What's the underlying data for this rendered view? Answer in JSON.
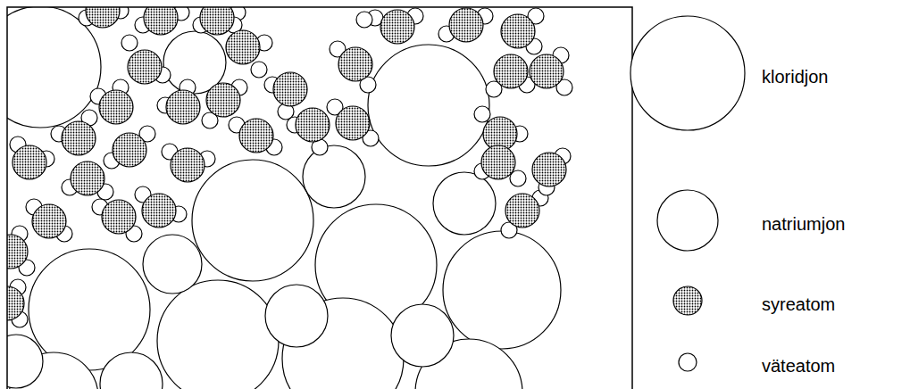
{
  "diagram": {
    "legend": [
      {
        "text": "kloridjon"
      },
      {
        "text": "natriumjon"
      },
      {
        "text": "syreatom"
      },
      {
        "text": "väteatom"
      }
    ]
  }
}
